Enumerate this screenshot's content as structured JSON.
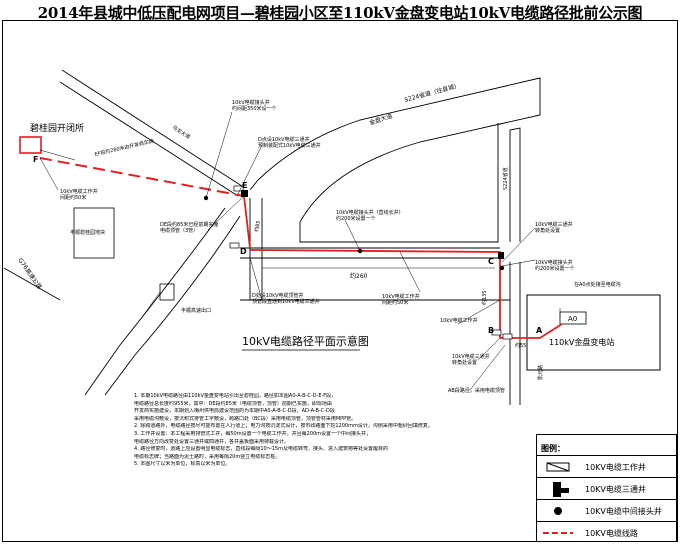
{
  "title": "2014年县城中低压配电网项目—碧桂园小区至110kV金盘变电站10kV电缆路径批前公示图",
  "map": {
    "caption": "10kV电缆路径平面示意图",
    "roads": {
      "jinpan_ave": "金盘大道",
      "s224": "S224省道（往县城）",
      "s224_south": "S224省道",
      "g76": "G76高速公路",
      "wulong": "乌龙大道",
      "kaiyuan": "凯元路"
    },
    "places": {
      "bgy_switchroom": "碧桂园开闭所",
      "reserve_land": "丰顺碧桂园地块",
      "expressway_exit": "丰顺高速出口",
      "substation": "110kV金盘变电站",
      "substation_A0": "A0",
      "substation_note": "在A0点处接至电缆沟"
    },
    "points": {
      "A": "A",
      "B": "B",
      "C": "C",
      "D": "D",
      "E": "E",
      "F": "F"
    },
    "annotations": {
      "ef_segment": "EF段约280米由开发商实施",
      "work_well_50m": "10kV电缆工作井间距约50米",
      "joint_well_top": "10kV电缆接头井约间距350米设一个",
      "three_way_d": "D点设10kV电缆三通井\n预制装配式10kV电缆三通井",
      "de_segment": "DE段约85米已经前期实施\n电缆顶管（3管）",
      "joint_well_mid": "10kV电缆接头井（直线长井）约200米设置一个",
      "three_way_c": "10kV电缆三通井\n转角处设置",
      "joint_well_c": "10kV电缆接头井约200米设置一个",
      "cd_segment": "D处设10kV电缆顶管井\n顶管段直通到10kV电缆三通井",
      "work_well_mid": "10kV电缆工作井\n间距约50米",
      "work_well_b": "10kV电缆工作井",
      "three_way_b": "10kV电缆三通井\n转角处设置",
      "ab_segment": "AB段路径，采用电缆顶管",
      "dist_cd": "约260",
      "dist_bc": "约135",
      "dist_ab": "约55",
      "dist_de": "约85"
    }
  },
  "notes": [
    "1. 本期10kV电缆路径由110kV金盘变电站引出至碧桂园，路径如本图A0-A-B-C-D-E-F段，",
    "   电缆路径总长度约955米，其中：DE段约85米（电缆顶管，顶管）前期已实施，即现场由",
    "   开发商实施建设，本期划入梅州供电局建设范围的为本期中A0-A-B-C-D段，AD-A-B-C-D段",
    "   采用电缆沟敷设，按沉积式排管工字敷设，跨路口处（BC段）采用电缆顶管，顶管管材采用MPP管。",
    "2. 除跨道路外，电缆路径按尽可能布置在人行道上；电力沟按沉淀式设计，按市政路面下挖1200mm设计，沟侧采用中粗砂回填修复。",
    "3. 工作井设置：本工程采用排管式工井，每50m设置一个电缆工作井，并且每200m设置一个中间接头井，",
    "   电缆路径方向改变处设置三通井或四通井，各井盖板面采用荷载设计。",
    "4. 路径修复时，道路上应设置明显电缆标志，直线段每隔10～15m及电缆转弯、接头、进入建筑物等处设置醒目的",
    "   电缆标志牌；当路面为泥土路时，采用每隔20m竖立电缆标志桩。",
    "5. 本图尺寸以米为单位，标高以米为单位。"
  ],
  "legend": {
    "title": "图例：",
    "items": [
      {
        "label": "10KV电缆工作井"
      },
      {
        "label": "10KV电缆三通井"
      },
      {
        "label": "10KV电缆中间接头井"
      },
      {
        "label": "10KV电缆线路"
      }
    ]
  },
  "colors": {
    "cable": "#e02020",
    "line": "#000000",
    "background": "#ffffff"
  }
}
